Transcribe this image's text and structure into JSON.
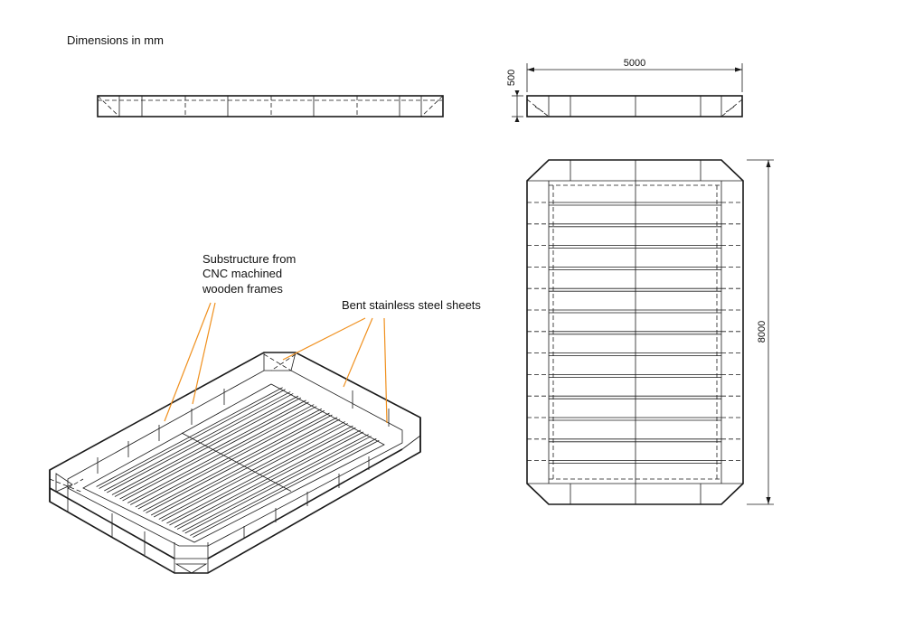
{
  "texts": {
    "units_note": "Dimensions in mm",
    "width_dim": "5000",
    "height_dim": "500",
    "length_dim": "8000",
    "callout_substructure": [
      "Substructure from",
      "CNC machined",
      "wooden frames"
    ],
    "callout_sheets": "Bent stainless steel sheets"
  },
  "colors": {
    "line": "#1a1a1a",
    "leader": "#f0901e"
  }
}
